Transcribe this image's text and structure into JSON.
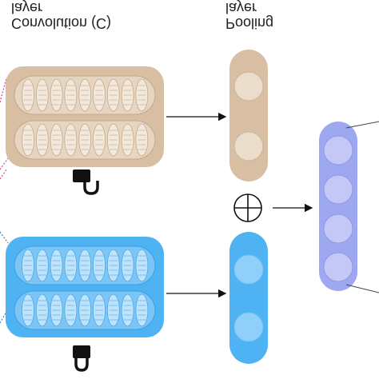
{
  "labels": {
    "conv_layer_line1": "layer",
    "conv_layer_line2": "Convolution (C)",
    "pool_layer_line1": "layer",
    "pool_layer_line2": "Pooling"
  },
  "colors": {
    "tan_block": "#d8bfa3",
    "tan_block_border": "#c9ab8a",
    "tan_node": "#eaddcb",
    "blue_block": "#4fb3f3",
    "blue_node": "#8fcff9",
    "output_column": "#9ea8f0",
    "output_node": "#c3c8f7",
    "arrow": "#111111",
    "pink_dotted": "#e0418f",
    "blue_dotted": "#3b7fd6"
  },
  "icons": {
    "top_branch": "unlocked-padlock-icon",
    "bottom_branch": "padlock-icon",
    "merge": "circle-plus-icon"
  }
}
